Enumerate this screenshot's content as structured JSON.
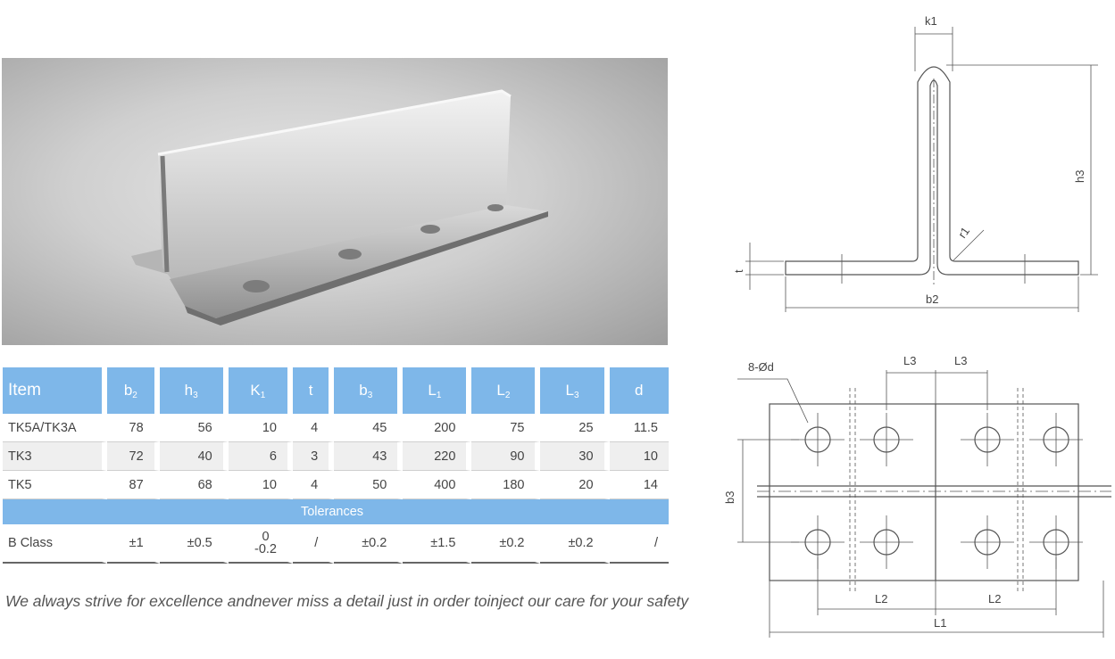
{
  "table": {
    "headers": [
      {
        "main": "Item",
        "sub": ""
      },
      {
        "main": "b",
        "sub": "2"
      },
      {
        "main": "h",
        "sub": "3"
      },
      {
        "main": "K",
        "sub": "1"
      },
      {
        "main": "t",
        "sub": ""
      },
      {
        "main": "b",
        "sub": "3"
      },
      {
        "main": "L",
        "sub": "1"
      },
      {
        "main": "L",
        "sub": "2"
      },
      {
        "main": "L",
        "sub": "3"
      },
      {
        "main": "d",
        "sub": ""
      }
    ],
    "rows": [
      [
        "TK5A/TK3A",
        "78",
        "56",
        "10",
        "4",
        "45",
        "200",
        "75",
        "25",
        "11.5"
      ],
      [
        "TK3",
        "72",
        "40",
        "6",
        "3",
        "43",
        "220",
        "90",
        "30",
        "10"
      ],
      [
        "TK5",
        "87",
        "68",
        "10",
        "4",
        "50",
        "400",
        "180",
        "20",
        "14"
      ]
    ],
    "tolerances_label": "Tolerances",
    "tolerance_row": {
      "item": "B Class",
      "b2": "±1",
      "h3": "±0.5",
      "k1_upper": "0",
      "k1_lower": "-0.2",
      "t": "/",
      "b3": "±0.2",
      "l1": "±1.5",
      "l2": "±0.2",
      "l3": "±0.2",
      "d": "/"
    }
  },
  "tagline": "We always strive for excellence andnever miss a detail just in order toinject our care for your safety",
  "drawing_labels": {
    "k1": "k1",
    "h3": "h3",
    "r1": "r1",
    "t": "t",
    "b2": "b2",
    "holes": "8-Ød",
    "l3_left": "L3",
    "l3_right": "L3",
    "b3": "b3",
    "l2_left": "L2",
    "l2_right": "L2",
    "l1": "L1"
  },
  "colors": {
    "header_blue": "#7eb7e9",
    "row_shade": "#efefef"
  }
}
